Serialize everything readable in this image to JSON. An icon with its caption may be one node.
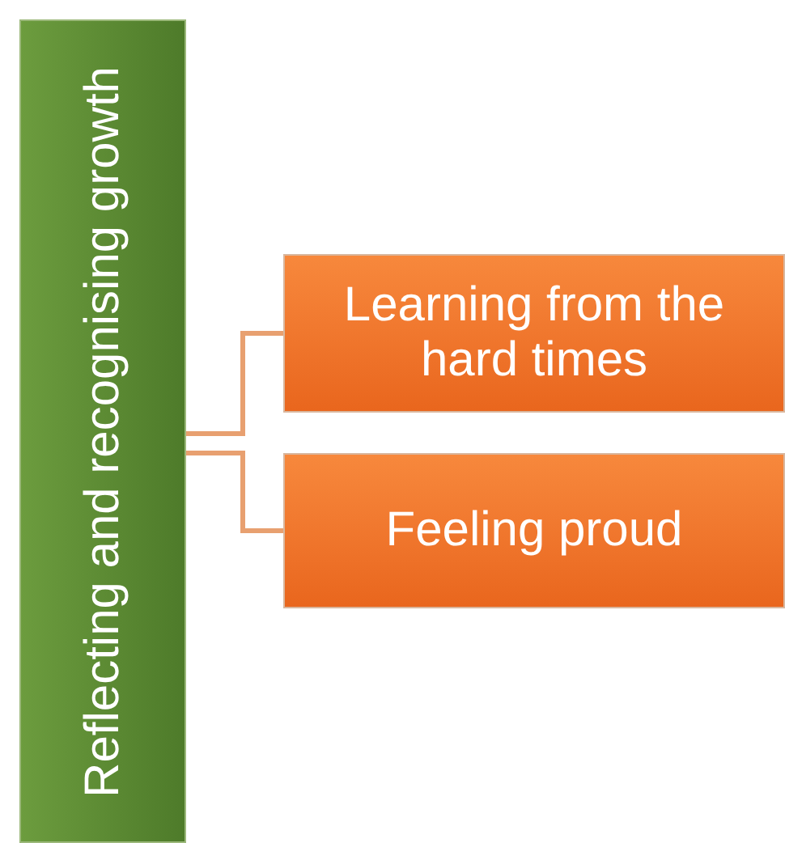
{
  "diagram": {
    "nodes": [
      {
        "text": [
          "Reflecting and recognising growth"
        ]
      },
      {
        "text": [
          "Learning from the hard times"
        ]
      },
      {
        "text": [
          "Feeling proud"
        ]
      }
    ],
    "edges": [
      {
        "from": 0,
        "to": 1,
        "arrow": "none"
      },
      {
        "from": 0,
        "to": 2,
        "arrow": "none"
      }
    ]
  }
}
